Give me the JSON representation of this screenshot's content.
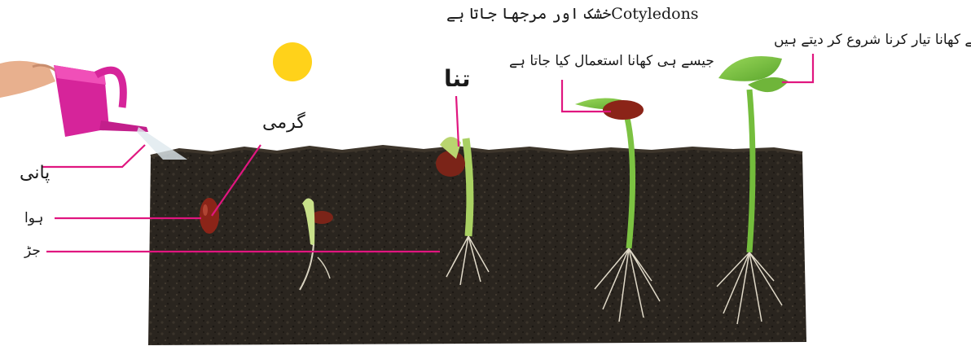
{
  "labels": {
    "water": "پانی",
    "air": "ہوا",
    "root": "جڑ",
    "heat": "گرمی",
    "stem": "تنا",
    "cotyledons_line1": "Cotyledonsخشک اور مرجھا جاتا ہے",
    "cotyledons_line2": "جیسے ہی کھانا استعمال کیا جاتا ہے",
    "leaves": "پتے کھانا تیار کرنا شروع کر دیتے ہیں"
  },
  "colors": {
    "pointer": "#e0167f",
    "soil": "#2b2620",
    "plant": "#7cc242",
    "seed": "#8b2418",
    "sun": "#ffd21a",
    "can": "#d6249a"
  }
}
